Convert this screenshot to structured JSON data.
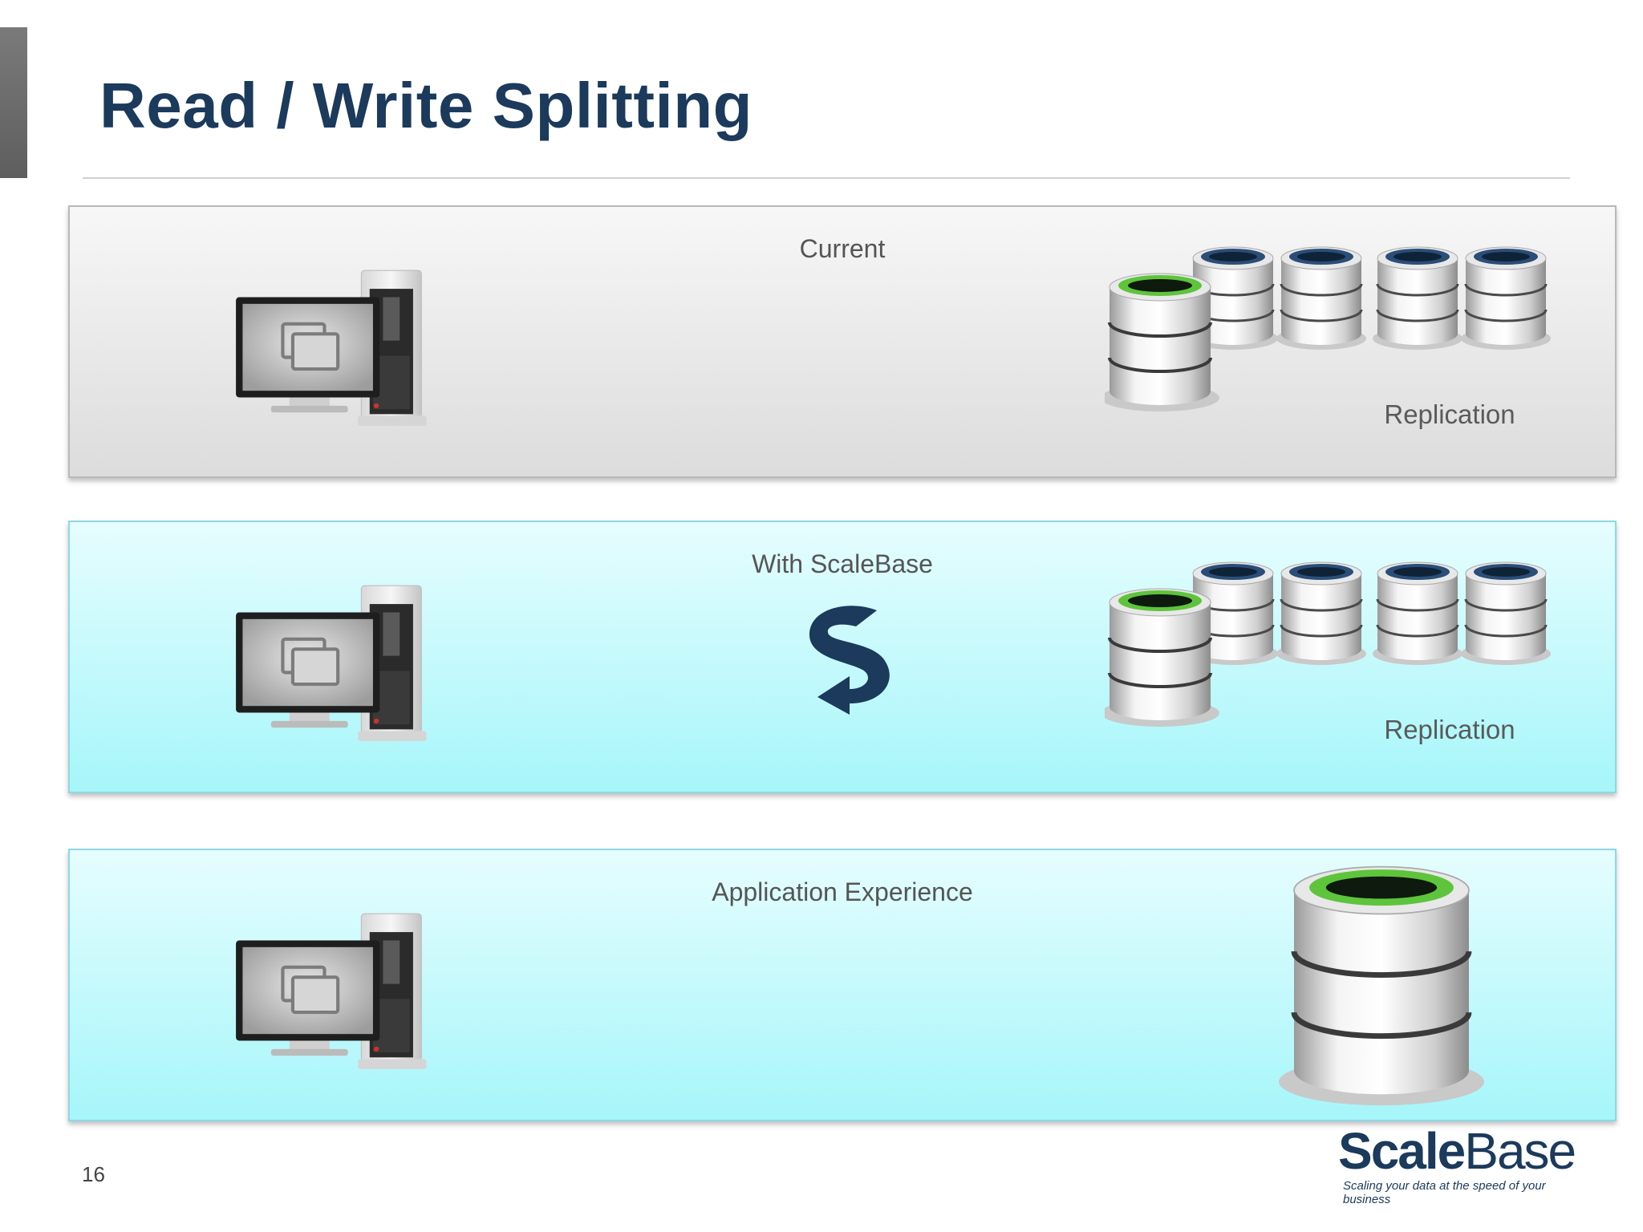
{
  "slide": {
    "title": "Read / Write Splitting",
    "page_number": "16"
  },
  "panels": {
    "current": {
      "label": "Current",
      "replication_label": "Replication"
    },
    "scalebase": {
      "label": "With ScaleBase",
      "replication_label": "Replication"
    },
    "app": {
      "label": "Application Experience"
    }
  },
  "logo": {
    "name_bold": "Scale",
    "name_light": "Base",
    "tagline": "Scaling your data at the speed of your business"
  },
  "colors": {
    "title": "#1b3a5c",
    "master_ring": "#6fd04a",
    "replica_ring": "#3d7fc0",
    "cyan_panel": "#a6f6fa"
  },
  "icons": {
    "computer": "desktop-computer-icon",
    "database": "database-icon",
    "scalebase": "scalebase-s-arrow-icon"
  }
}
